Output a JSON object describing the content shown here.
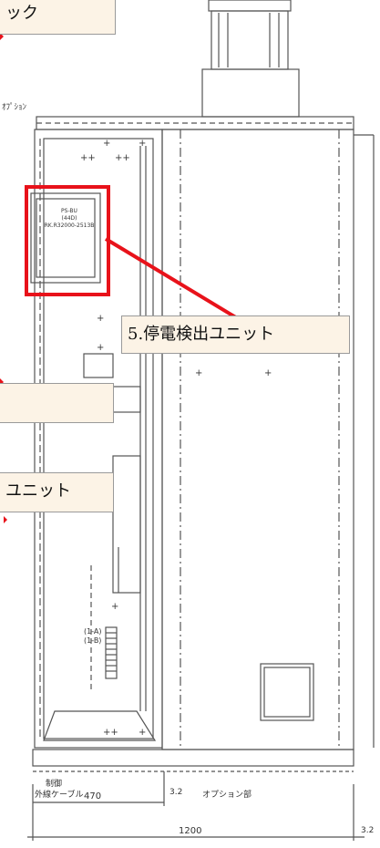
{
  "callouts": {
    "top_left_partial": "ック",
    "unit_5": "5.停電検出ユニット",
    "mid_left_partial": "",
    "lower_left_partial": "ユニット"
  },
  "drawing": {
    "option_top": "ｵﾌﾟｼｮﾝ",
    "unit_plate_1": "PS-BU",
    "unit_plate_2": "(44D)",
    "unit_plate_3": "RK.R32000-2513B",
    "connector_label_1": "(1-A)",
    "connector_label_2": "(1-B)",
    "cable_label_1": "制御",
    "cable_label_2": "外線ケーブル",
    "dim_470": "470",
    "dim_32_a": "3.2",
    "option_section": "オプション部",
    "dim_1200": "1200",
    "dim_32_b": "3.2"
  },
  "colors": {
    "highlight": "#e8121a",
    "callout_bg": "#fcf3e6",
    "line": "#555555"
  }
}
